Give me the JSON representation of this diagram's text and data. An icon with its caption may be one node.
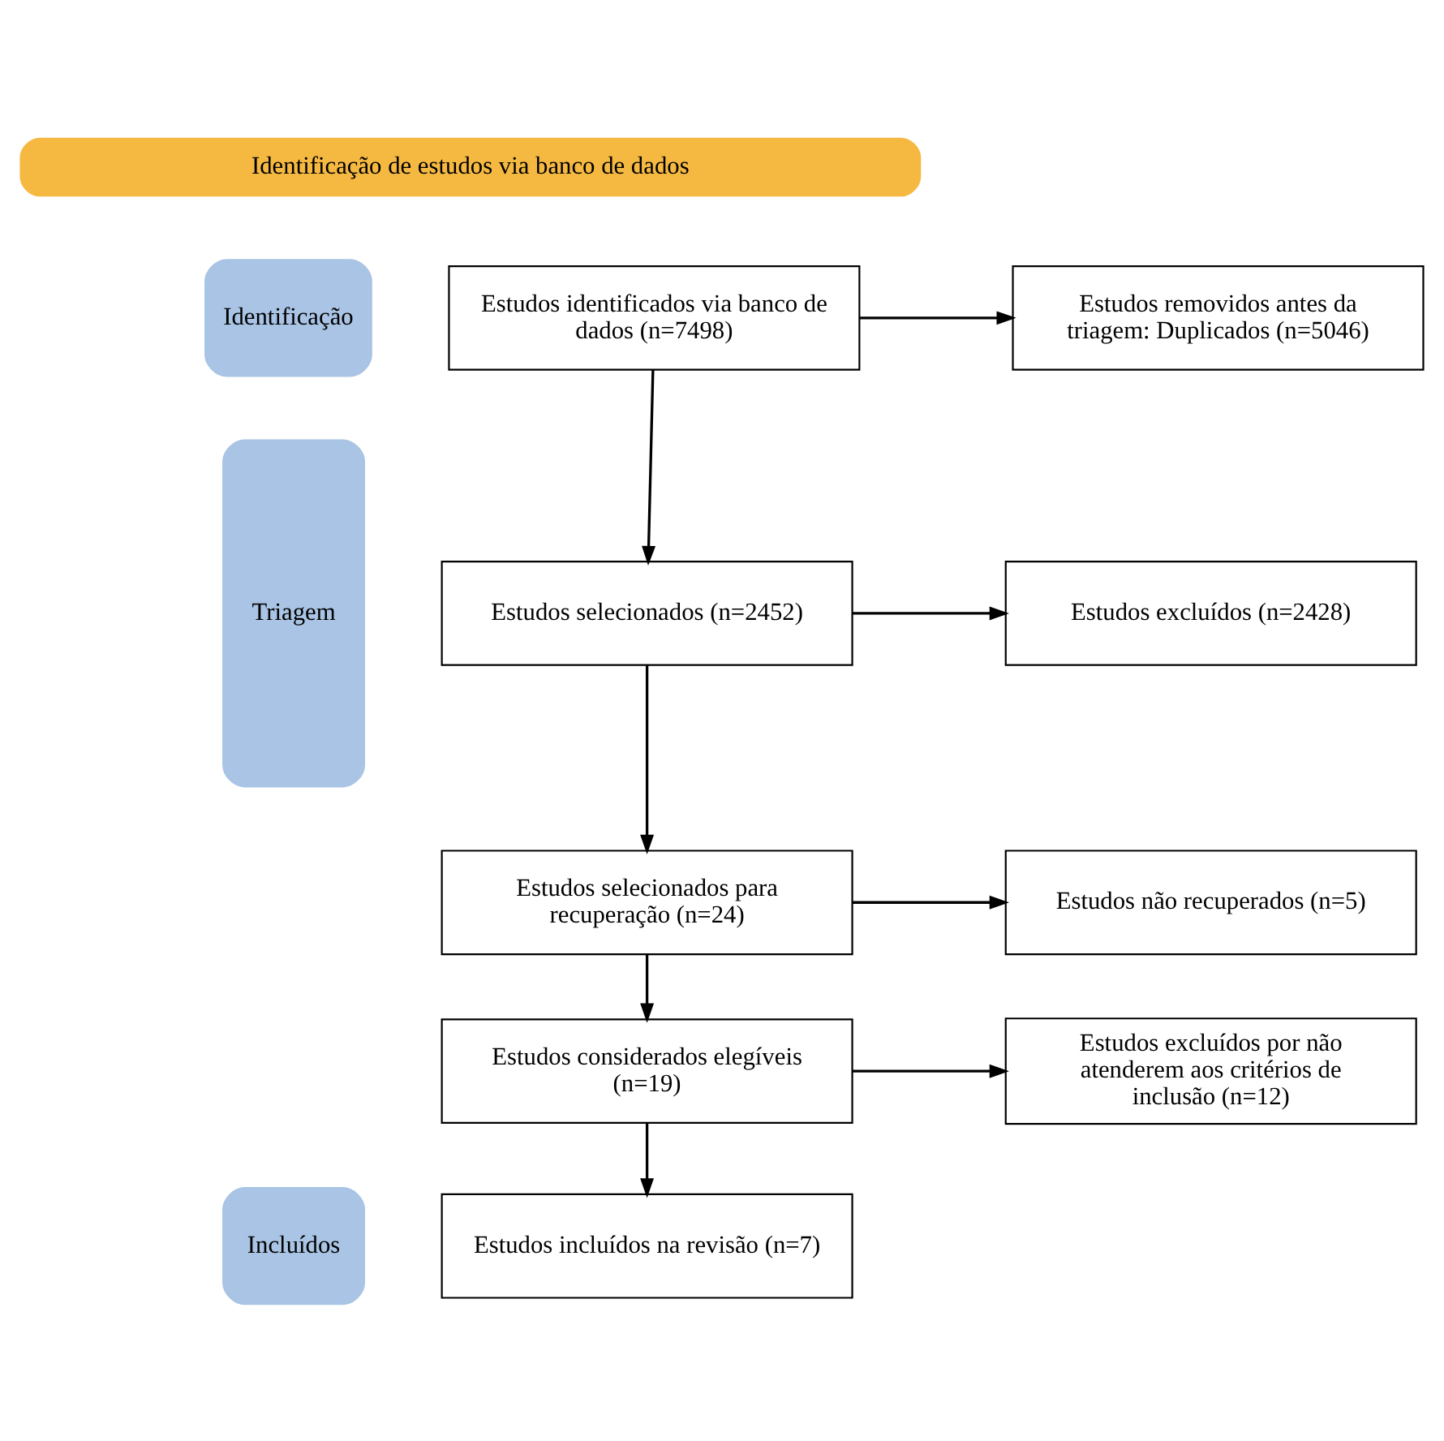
{
  "diagram": {
    "nodes": [
      {
        "text": [
          "Identificação de estudos via banco de dados"
        ]
      },
      {
        "text": [
          "Identificação"
        ]
      },
      {
        "text": [
          "Triagem"
        ]
      },
      {
        "text": [
          "Incluídos"
        ]
      },
      {
        "text": [
          "Estudos identificados via banco de dados (n=7498)"
        ]
      },
      {
        "text": [
          "Estudos removidos antes da triagem: Duplicados (n=5046)"
        ]
      },
      {
        "text": [
          "Estudos selecionados (n=2452)"
        ]
      },
      {
        "text": [
          "Estudos excluídos (n=2428)"
        ]
      },
      {
        "text": [
          "Estudos selecionados para recuperação (n=24)"
        ]
      },
      {
        "text": [
          "Estudos não recuperados (n=5)"
        ]
      },
      {
        "text": [
          "Estudos considerados elegíveis (n=19)"
        ]
      },
      {
        "text": [
          "Estudos excluídos por não atenderem aos critérios de inclusão (n=12)"
        ]
      },
      {
        "text": [
          "Estudos incluídos na revisão (n=7)"
        ]
      }
    ],
    "edges": [
      {
        "from": 4,
        "to": 5,
        "arrow": "to"
      },
      {
        "from": 4,
        "to": 6,
        "arrow": "to"
      },
      {
        "from": 6,
        "to": 7,
        "arrow": "to"
      },
      {
        "from": 6,
        "to": 8,
        "arrow": "to"
      },
      {
        "from": 8,
        "to": 9,
        "arrow": "to"
      },
      {
        "from": 8,
        "to": 10,
        "arrow": "to"
      },
      {
        "from": 10,
        "to": 11,
        "arrow": "to"
      },
      {
        "from": 10,
        "to": 12,
        "arrow": "to"
      }
    ]
  }
}
